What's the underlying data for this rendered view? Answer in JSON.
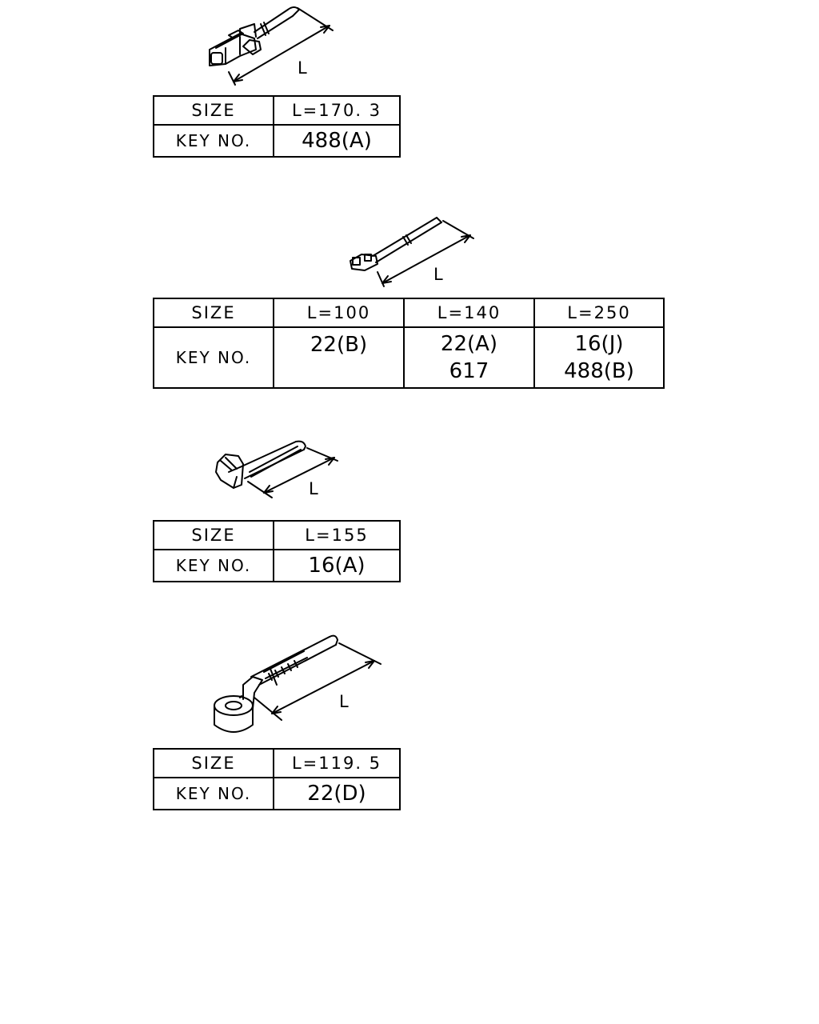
{
  "sections": [
    {
      "dimension_label": "L",
      "size_label": "SIZE",
      "key_label": "KEY NO.",
      "columns": [
        {
          "size": "L=170. 3",
          "keys": [
            "488(A)"
          ]
        }
      ]
    },
    {
      "dimension_label": "L",
      "size_label": "SIZE",
      "key_label": "KEY NO.",
      "columns": [
        {
          "size": "L=100",
          "keys": [
            "22(B)"
          ]
        },
        {
          "size": "L=140",
          "keys": [
            "22(A)",
            "617"
          ]
        },
        {
          "size": "L=250",
          "keys": [
            "16(J)",
            "488(B)"
          ]
        }
      ]
    },
    {
      "dimension_label": "L",
      "size_label": "SIZE",
      "key_label": "KEY NO.",
      "columns": [
        {
          "size": "L=155",
          "keys": [
            "16(A)"
          ]
        }
      ]
    },
    {
      "dimension_label": "L",
      "size_label": "SIZE",
      "key_label": "KEY NO.",
      "columns": [
        {
          "size": "L=119. 5",
          "keys": [
            "22(D)"
          ]
        }
      ]
    }
  ]
}
